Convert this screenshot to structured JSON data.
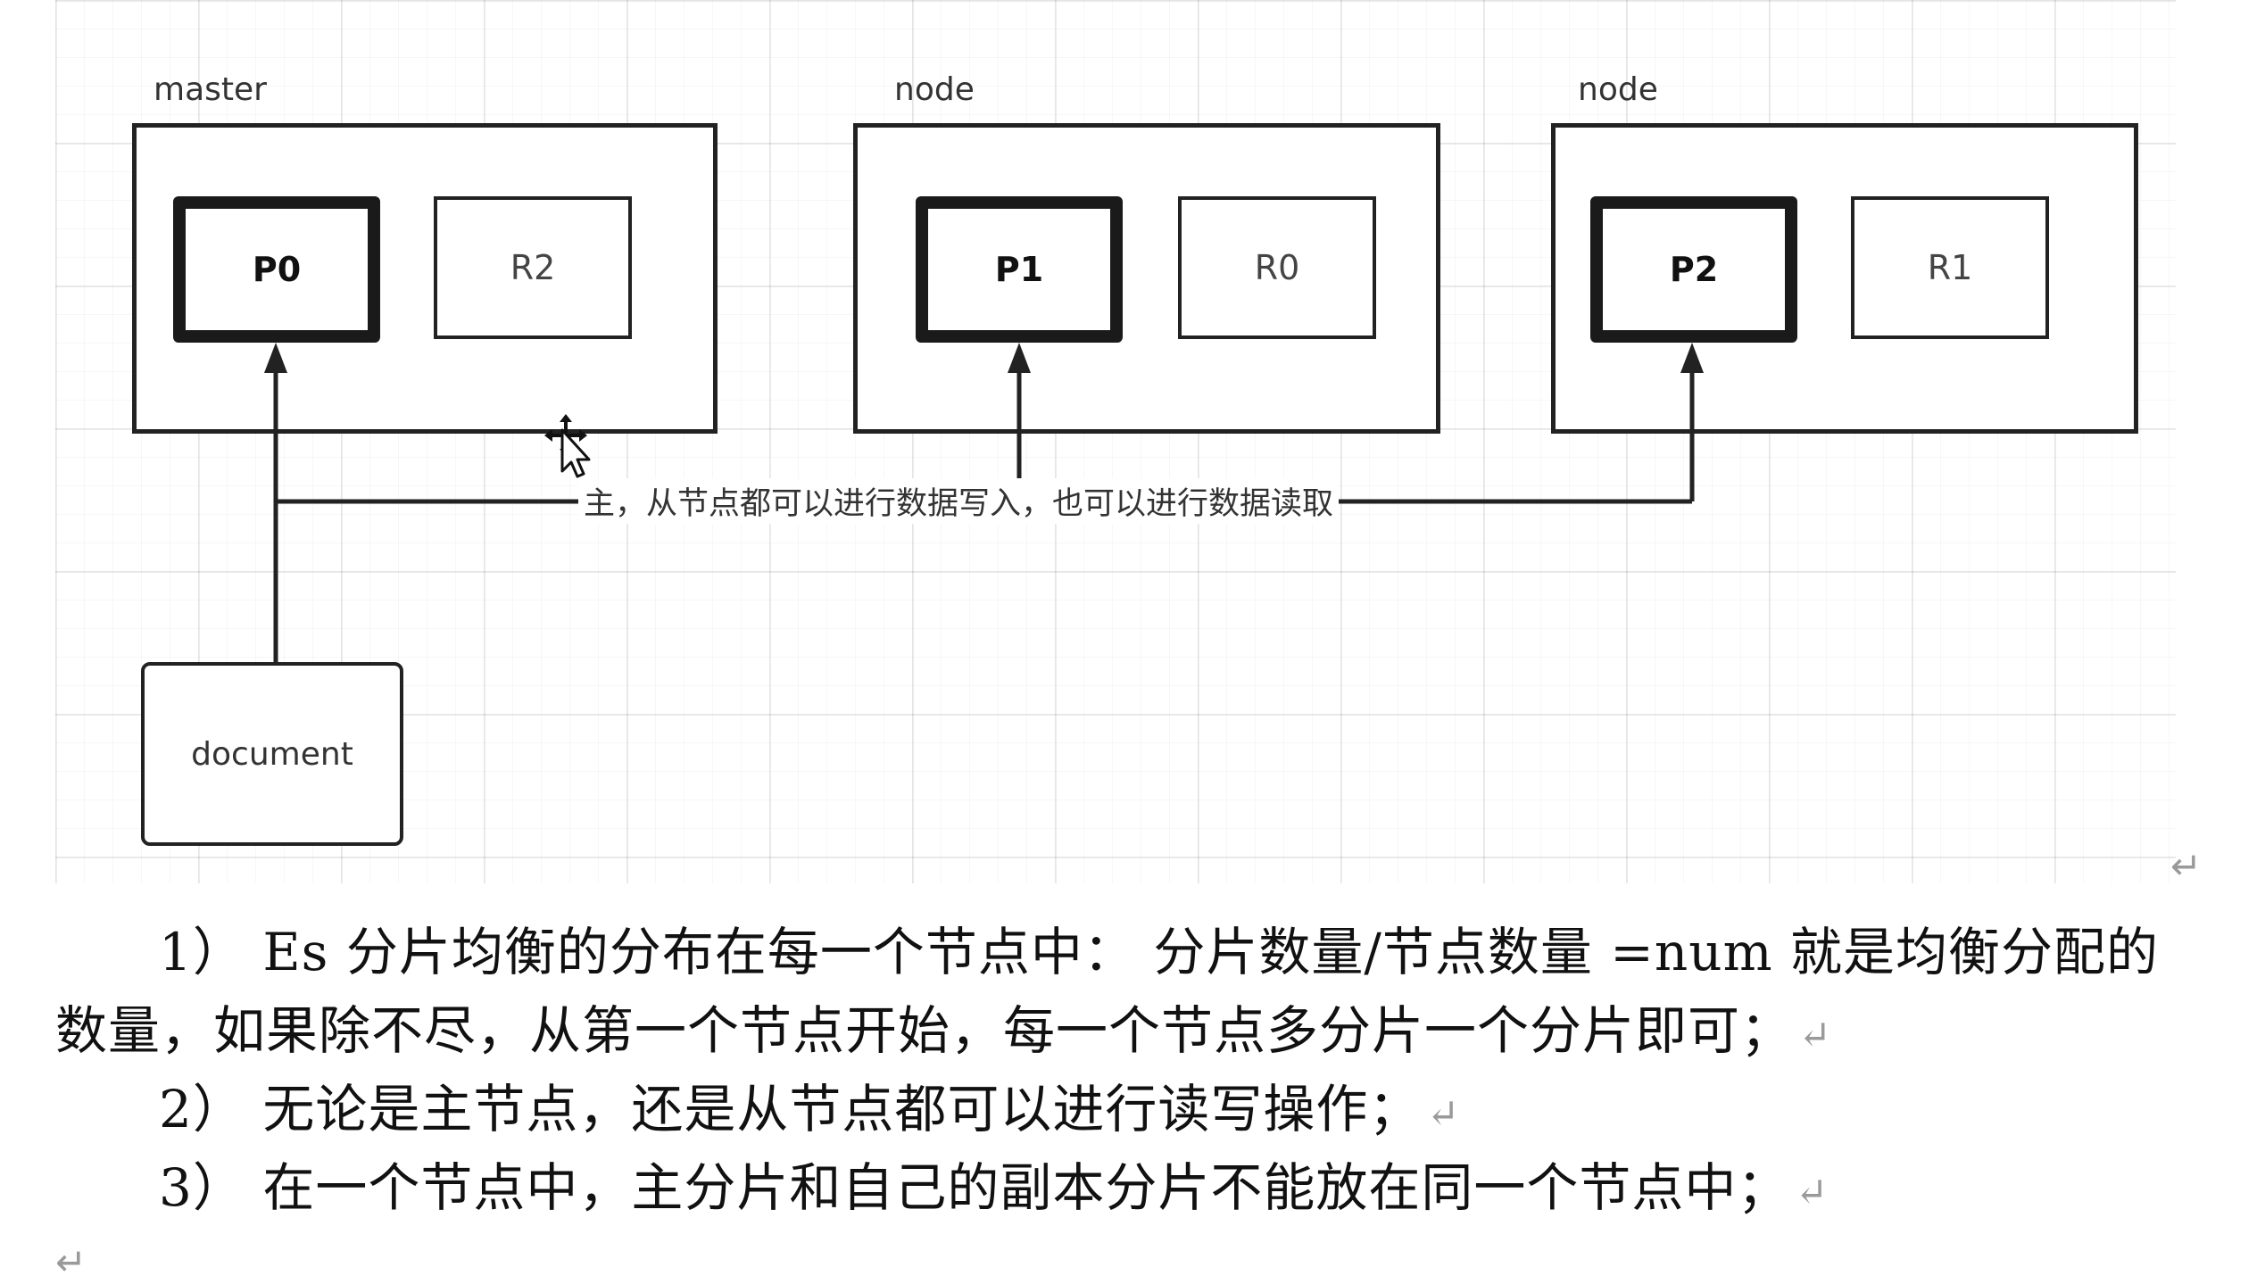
{
  "diagram": {
    "nodes": [
      {
        "label": "master",
        "shards": [
          {
            "name": "P0",
            "kind": "primary"
          },
          {
            "name": "R2",
            "kind": "replica"
          }
        ]
      },
      {
        "label": "node",
        "shards": [
          {
            "name": "P1",
            "kind": "primary"
          },
          {
            "name": "R0",
            "kind": "replica"
          }
        ]
      },
      {
        "label": "node",
        "shards": [
          {
            "name": "P2",
            "kind": "primary"
          },
          {
            "name": "R1",
            "kind": "replica"
          }
        ]
      }
    ],
    "document_label": "document",
    "arrow_label": "主，从节点都可以进行数据写入，也可以进行数据读取"
  },
  "notes": {
    "item1_number": "1）",
    "item1_line1": "Es 分片均衡的分布在每一个节点中：  分片数量/节点数量 =num 就是均衡分配的",
    "item1_line2": "数量，如果除不尽，从第一个节点开始，每一个节点多分片一个分片即可；",
    "item2_number": "2）",
    "item2_text": "无论是主节点，还是从节点都可以进行读写操作；",
    "item3_number": "3）",
    "item3_text": "在一个节点中，主分片和自己的副本分片不能放在同一个节点中；"
  },
  "marks": {
    "return_symbol": "↵"
  }
}
